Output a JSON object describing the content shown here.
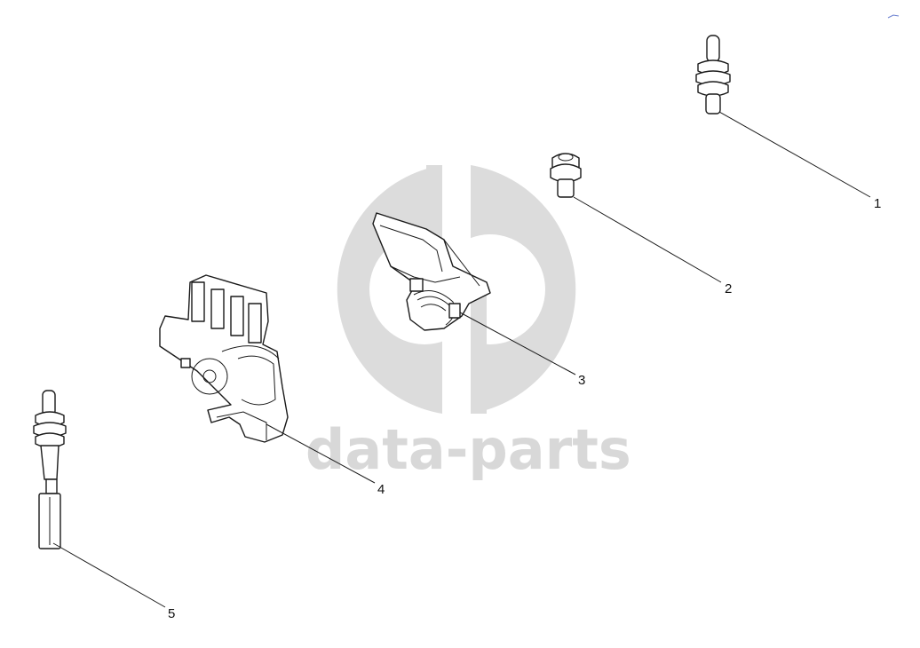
{
  "watermark": {
    "text": "data-parts",
    "color": "#d9d9d9"
  },
  "callouts": [
    {
      "id": "1",
      "label": "1"
    },
    {
      "id": "2",
      "label": "2"
    },
    {
      "id": "3",
      "label": "3"
    },
    {
      "id": "4",
      "label": "4"
    },
    {
      "id": "5",
      "label": "5"
    }
  ],
  "icons": {
    "logo": "data-parts-logo-icon",
    "part1": "pin-contact-with-seal-icon",
    "part2": "wire-seal-icon",
    "part3": "connector-cover-icon",
    "part4": "connector-housing-icon",
    "part5": "terminal-with-seal-icon"
  },
  "colors": {
    "line": "#1a1a1a",
    "background": "#ffffff",
    "watermark": "#d9d9d9"
  }
}
